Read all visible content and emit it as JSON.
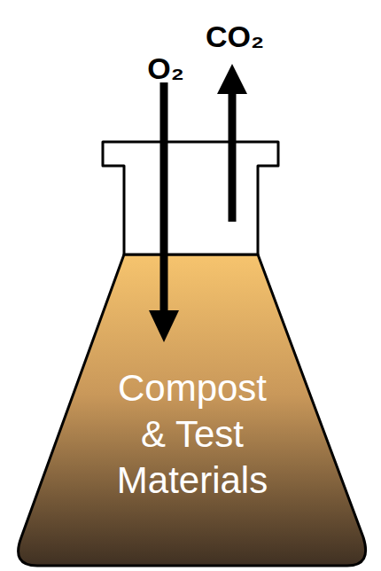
{
  "diagram": {
    "nodes": [
      {
        "text": [
          "Compost & Test Materials"
        ]
      }
    ],
    "labels": [
      "O₂",
      "CO₂"
    ]
  }
}
